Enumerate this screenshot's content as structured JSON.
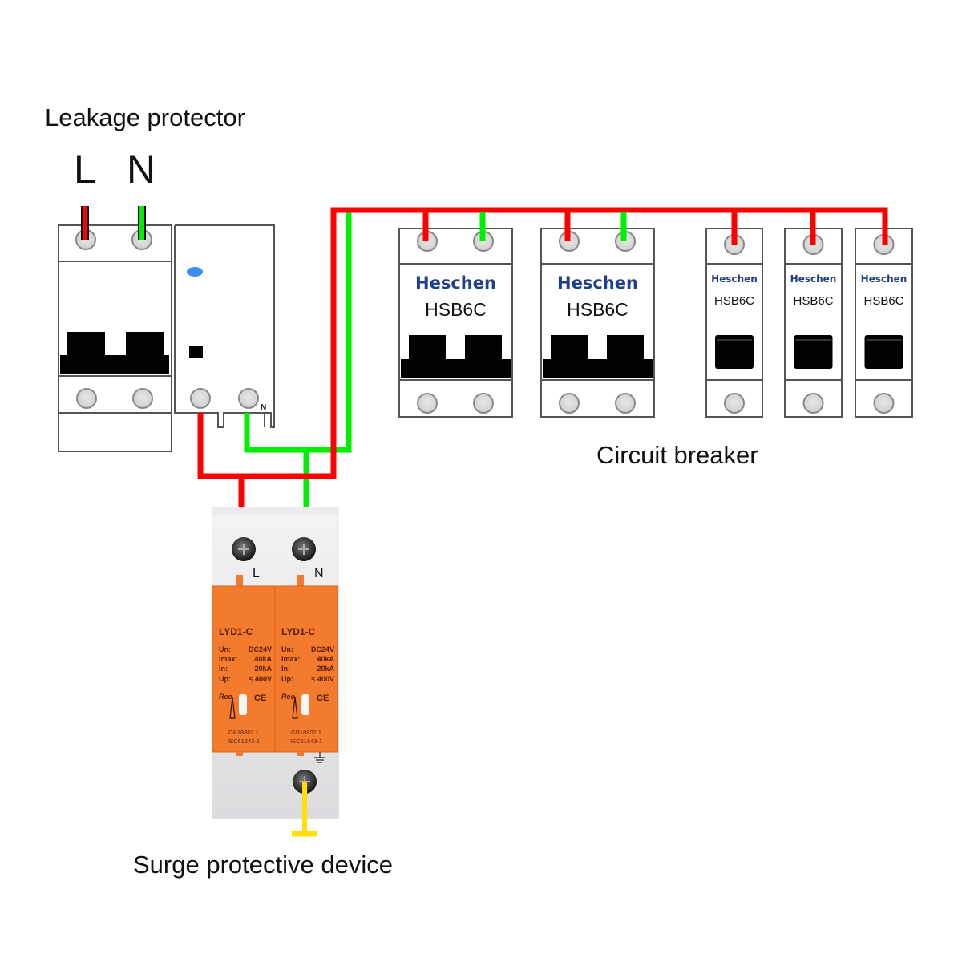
{
  "labels": {
    "leakage_protector": "Leakage protector",
    "input_L": "L",
    "input_N": "N",
    "circuit_breaker": "Circuit breaker",
    "surge_protective_device": "Surge protective device",
    "rcd_N_mark": "N"
  },
  "wire_colors": {
    "live": "#ff0000",
    "neutral": "#00ee00",
    "ground": "#ffe000"
  },
  "breakers": [
    {
      "brand": "Heschen",
      "model": "HSB6C",
      "poles": 2
    },
    {
      "brand": "Heschen",
      "model": "HSB6C",
      "poles": 2
    },
    {
      "brand": "Heschen",
      "model": "HSB6C",
      "poles": 1
    },
    {
      "brand": "Heschen",
      "model": "HSB6C",
      "poles": 1
    },
    {
      "brand": "Heschen",
      "model": "HSB6C",
      "poles": 1
    }
  ],
  "spd": {
    "terminal_L": "L",
    "terminal_N": "N",
    "modules": [
      {
        "model": "LYD1-C",
        "un_label": "Un:",
        "un": "DC24V",
        "imax_label": "Imax:",
        "imax": "40kA",
        "in_label": "In:",
        "in": "20kA",
        "up_label": "Up:",
        "up": "≤ 400V",
        "logo": "Reo",
        "ce": "CE",
        "std1": "GB18802.1",
        "std2": "IEC61643-1"
      },
      {
        "model": "LYD1-C",
        "un_label": "Un:",
        "un": "DC24V",
        "imax_label": "Imax:",
        "imax": "40kA",
        "in_label": "In:",
        "in": "20kA",
        "up_label": "Up:",
        "up": "≤ 400V",
        "logo": "Reo",
        "ce": "CE",
        "std1": "GB18802.1",
        "std2": "IEC61643-1"
      }
    ]
  }
}
